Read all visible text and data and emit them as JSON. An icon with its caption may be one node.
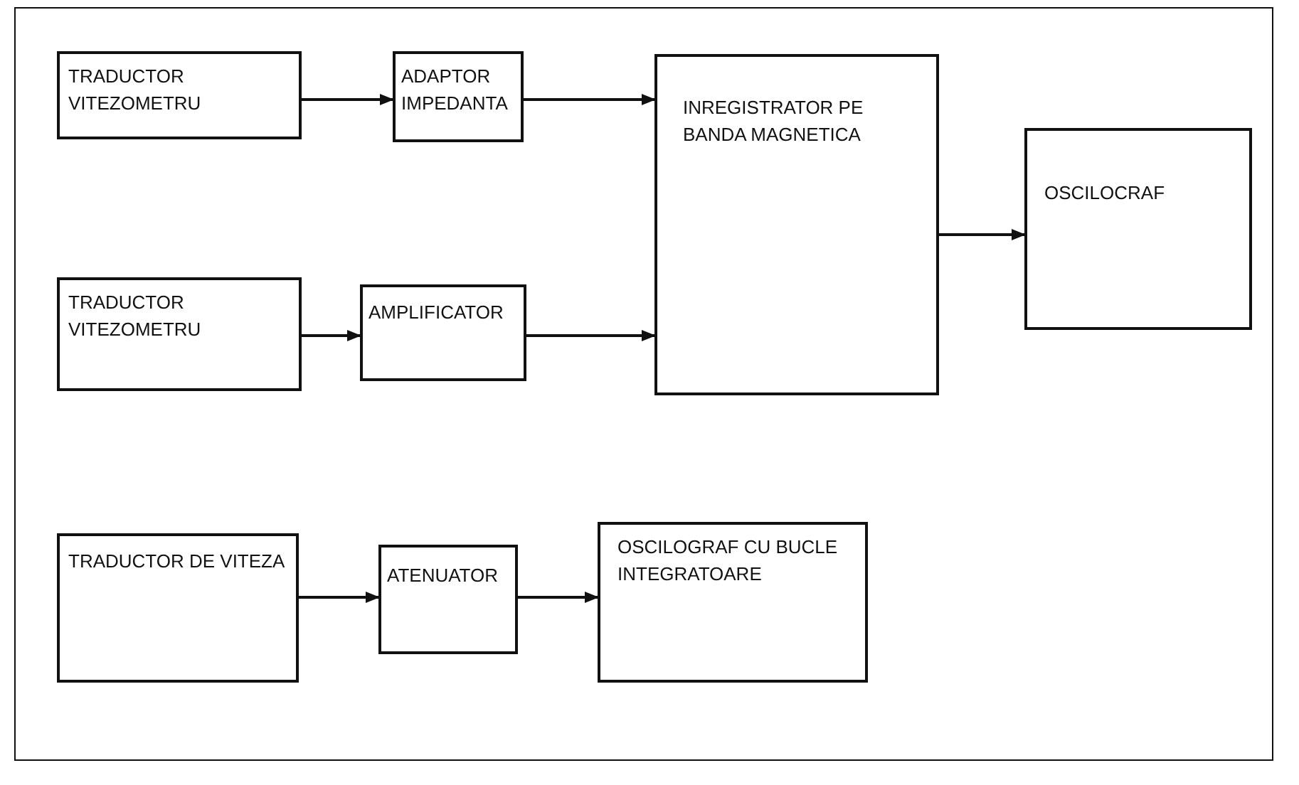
{
  "diagram": {
    "nodes": [
      {
        "text": [
          "TRADUCTOR VITEZOMETRU"
        ]
      },
      {
        "text": [
          "ADAPTOR IMPEDANTA"
        ]
      },
      {
        "text": [
          "INREGISTRATOR PE BANDA MAGNETICA"
        ]
      },
      {
        "text": [
          "OSCILOCRAF"
        ]
      },
      {
        "text": [
          "TRADUCTOR VITEZOMETRU"
        ]
      },
      {
        "text": [
          "AMPLIFICATOR"
        ]
      },
      {
        "text": [
          "TRADUCTOR DE VITEZA"
        ]
      },
      {
        "text": [
          "ATENUATOR"
        ]
      },
      {
        "text": [
          "OSCILOGRAF CU BUCLE INTEGRATOARE"
        ]
      }
    ],
    "edges": [
      {
        "from": 0,
        "to": 1,
        "arrow": "to"
      },
      {
        "from": 1,
        "to": 2,
        "arrow": "to"
      },
      {
        "from": 4,
        "to": 5,
        "arrow": "to"
      },
      {
        "from": 5,
        "to": 2,
        "arrow": "to"
      },
      {
        "from": 2,
        "to": 3,
        "arrow": "to"
      },
      {
        "from": 6,
        "to": 7,
        "arrow": "to"
      },
      {
        "from": 7,
        "to": 8,
        "arrow": "to"
      }
    ]
  }
}
